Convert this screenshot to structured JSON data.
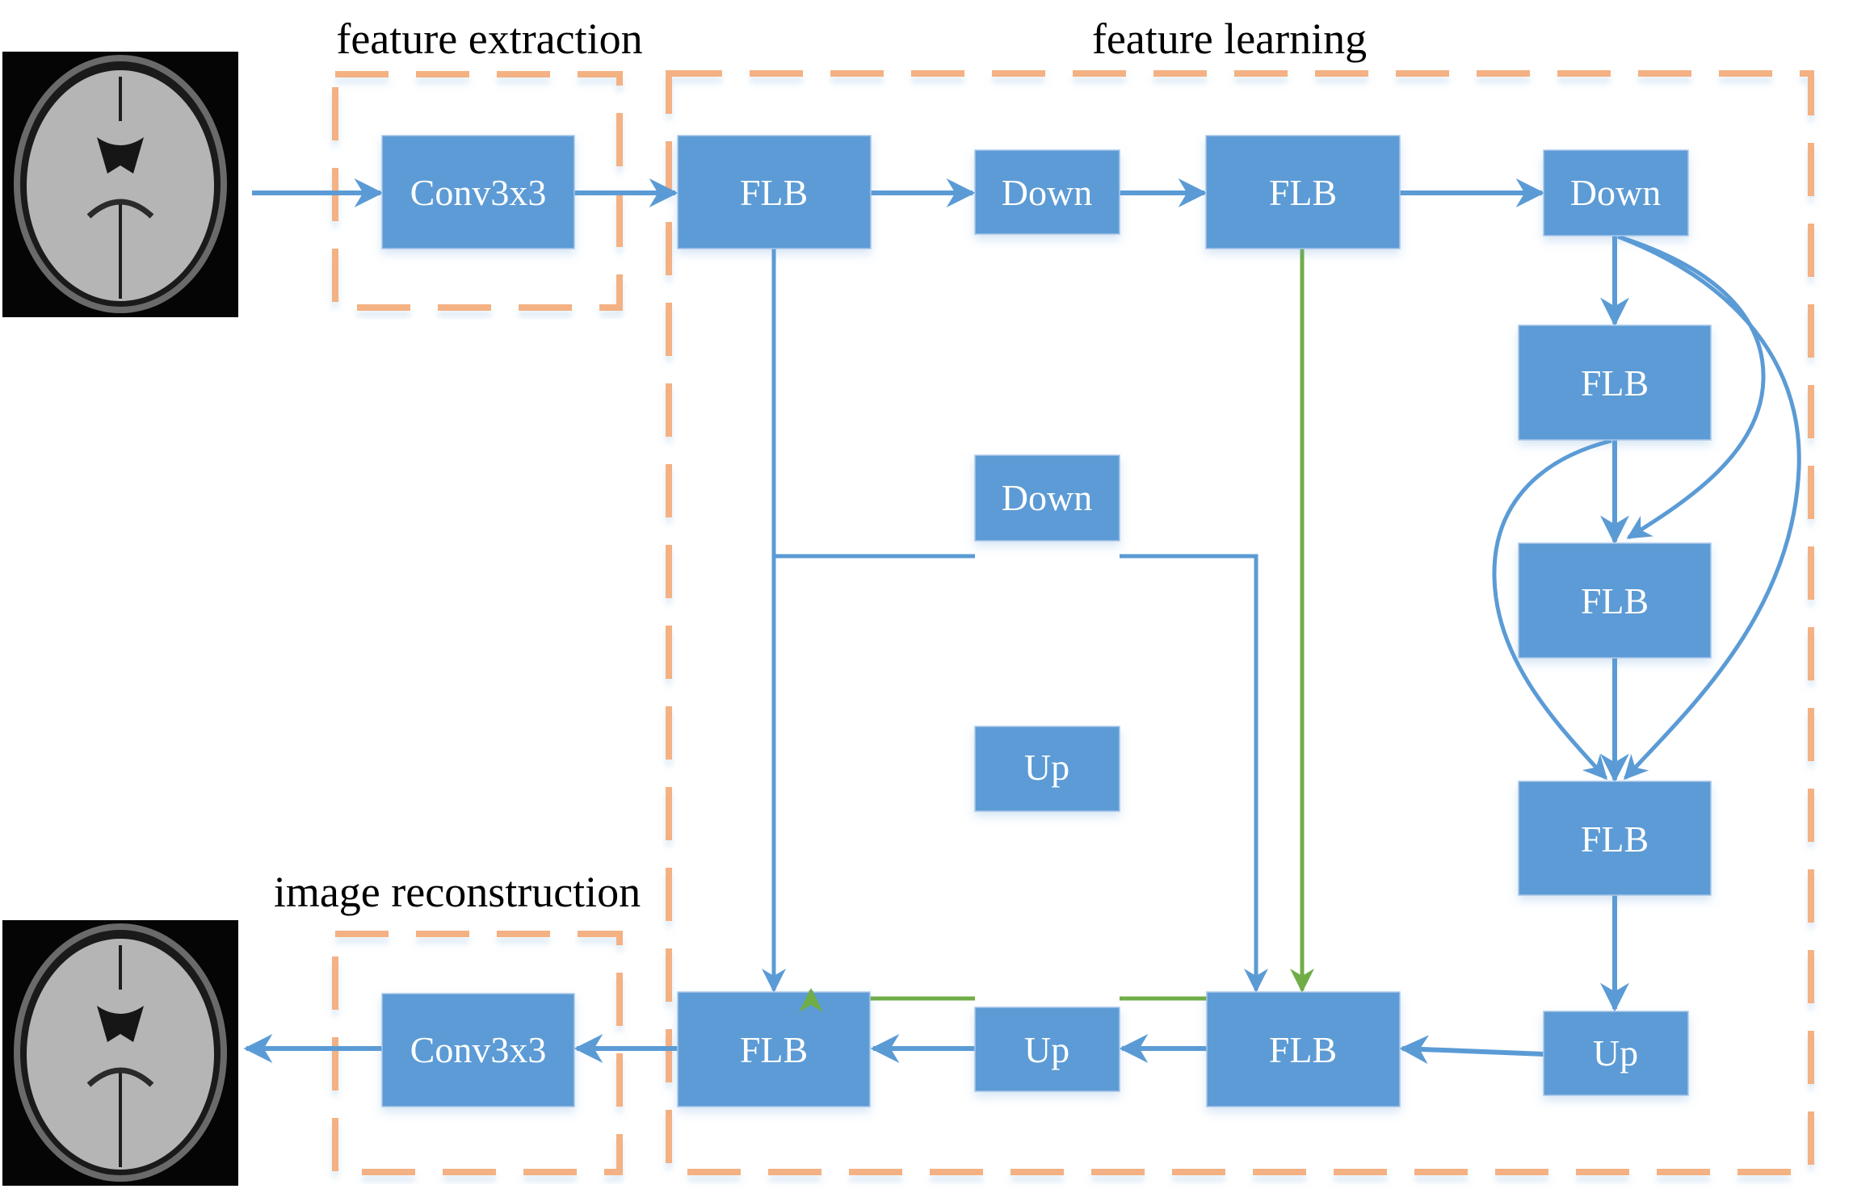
{
  "groups": {
    "feature_extraction": "feature extraction",
    "feature_learning": "feature learning",
    "image_reconstruction": "image reconstruction"
  },
  "blocks": {
    "conv_in": "Conv3x3",
    "flb_1": "FLB",
    "down_1": "Down",
    "flb_2": "FLB",
    "down_2": "Down",
    "flb_3": "FLB",
    "flb_4": "FLB",
    "flb_5": "FLB",
    "up_right": "Up",
    "down_mid": "Down",
    "up_mid": "Up",
    "flb_bottom_right": "FLB",
    "up_bottom": "Up",
    "flb_bottom_left": "FLB",
    "conv_out": "Conv3x3"
  },
  "images": {
    "input": "input MRI brain scan",
    "output": "reconstructed MRI brain scan"
  },
  "colors": {
    "block_fill": "#5b9bd5",
    "skip_green": "#70ad47",
    "group_border": "#f4b183"
  }
}
